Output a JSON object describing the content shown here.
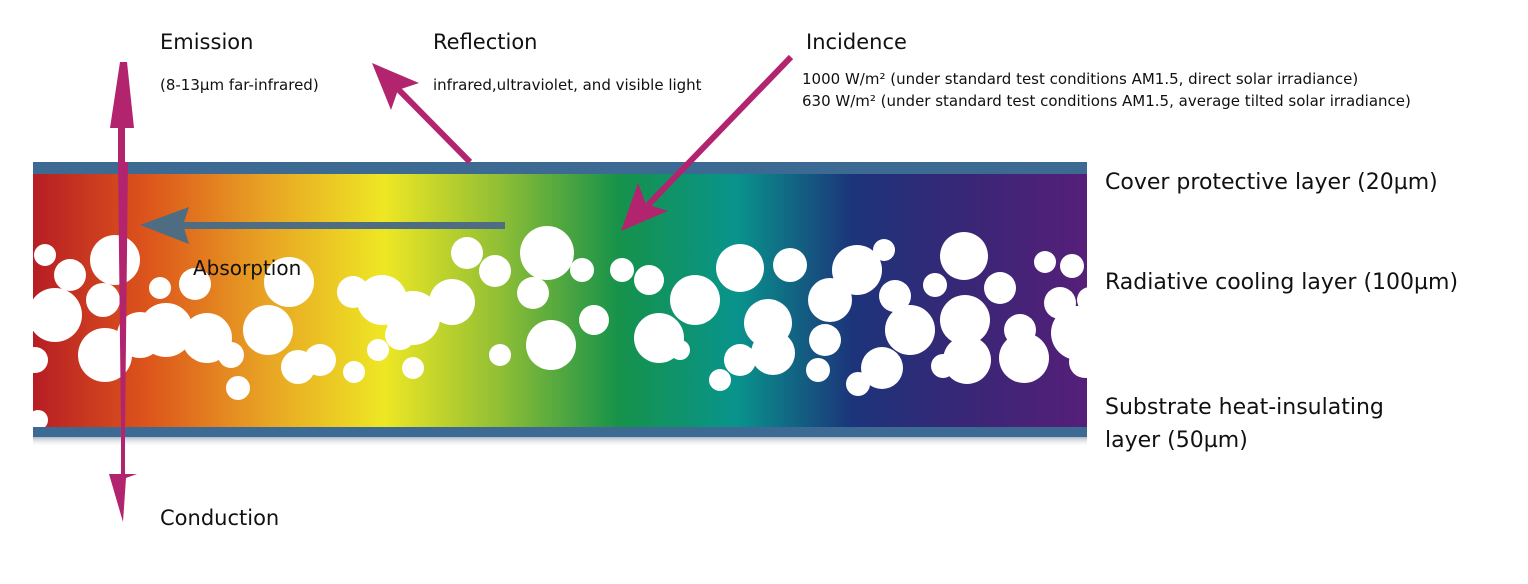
{
  "colors": {
    "arrow": "#b3246f",
    "absorption_arrow": "#4e6d82",
    "layer_border": "#3c6a92",
    "gradient_stops": [
      "#b71d24",
      "#dd561b",
      "#e8a424",
      "#eee724",
      "#8fbe35",
      "#16924a",
      "#08948c",
      "#1c347a",
      "#3a2676",
      "#561f79"
    ],
    "particle": "#ffffff"
  },
  "labels": {
    "emission": {
      "title": "Emission",
      "detail": "(8-13µm far-infrared)"
    },
    "reflection": {
      "title": "Reflection",
      "detail": "infrared,ultraviolet, and visible light"
    },
    "incidence": {
      "title": "Incidence",
      "lines": [
        "1000 W/m² (under standard test conditions AM1.5, direct solar irradiance)",
        "630 W/m² (under standard test conditions AM1.5, average tilted solar irradiance)"
      ]
    },
    "absorption": "Absorption",
    "conduction": "Conduction"
  },
  "layers": [
    {
      "name": "Cover protective layer (20µm)"
    },
    {
      "name": "Radiative cooling layer (100µm)"
    },
    {
      "name_line1": "Substrate heat-insulating",
      "name_line2": "layer (50µm)"
    }
  ]
}
